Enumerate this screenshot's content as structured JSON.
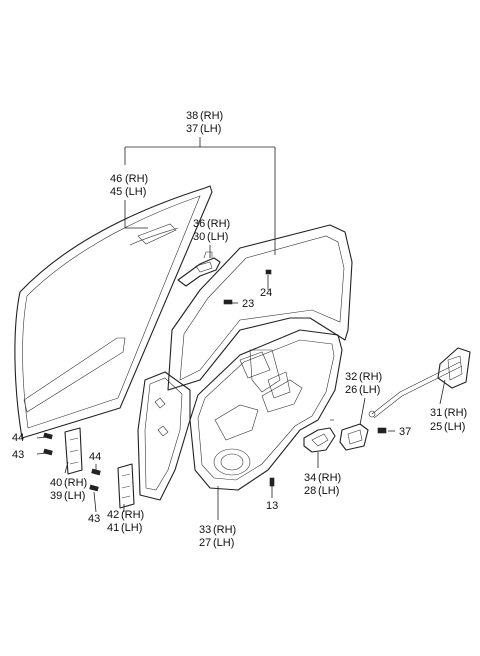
{
  "labels": {
    "l38": "38",
    "l38s": "(RH)",
    "l37": "37",
    "l37s": "(LH)",
    "l46": "46",
    "l46s": "(RH)",
    "l45": "45",
    "l45s": "(LH)",
    "l36": "36",
    "l36s": "(RH)",
    "l30": "30",
    "l30s": "(LH)",
    "l24": "24",
    "l23": "23",
    "l32": "32",
    "l32s": "(RH)",
    "l26": "26",
    "l26s": "(LH)",
    "l31": "31",
    "l31s": "(RH)",
    "l25": "25",
    "l25s": "(LH)",
    "l37b": "37",
    "l44a": "44",
    "l43a": "43",
    "l40": "40",
    "l40s": "(RH)",
    "l39": "39",
    "l39s": "(LH)",
    "l44b": "44",
    "l43b": "43",
    "l42": "42",
    "l42s": "(RH)",
    "l41": "41",
    "l41s": "(LH)",
    "l34": "34",
    "l34s": "(RH)",
    "l28": "28",
    "l28s": "(LH)",
    "l13": "13",
    "l33": "33",
    "l33s": "(RH)",
    "l27": "27",
    "l27s": "(LH)"
  }
}
